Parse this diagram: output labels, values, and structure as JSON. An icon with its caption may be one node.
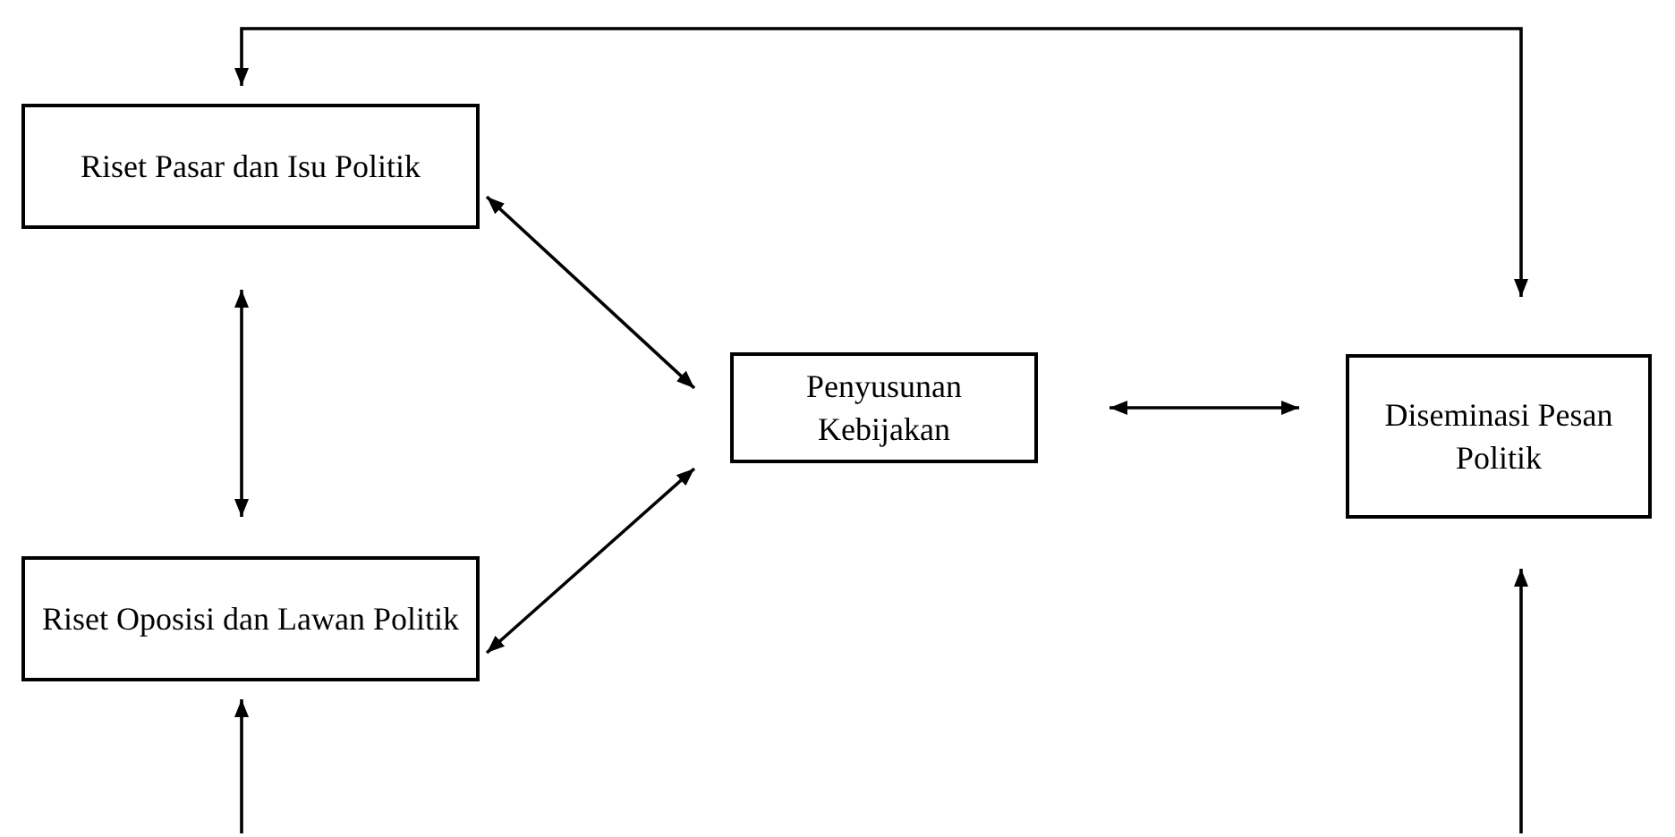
{
  "diagram": {
    "nodes": [
      {
        "text": [
          "Riset Pasar dan Isu Politik"
        ]
      },
      {
        "text": [
          "Penyusunan Kebijakan"
        ]
      },
      {
        "text": [
          "Diseminasi Pesan Politik"
        ]
      },
      {
        "text": [
          "Riset Oposisi dan Lawan Politik"
        ]
      }
    ],
    "edges": [
      {
        "from": 0,
        "to": 1,
        "arrow": "both"
      },
      {
        "from": 3,
        "to": 1,
        "arrow": "both"
      },
      {
        "from": 0,
        "to": 3,
        "arrow": "both"
      },
      {
        "from": 1,
        "to": 2,
        "arrow": "both"
      },
      {
        "from": 2,
        "to": 0,
        "arrow": "both"
      },
      {
        "from": null,
        "to": 3,
        "arrow": "to"
      },
      {
        "from": null,
        "to": 2,
        "arrow": "to"
      }
    ]
  }
}
